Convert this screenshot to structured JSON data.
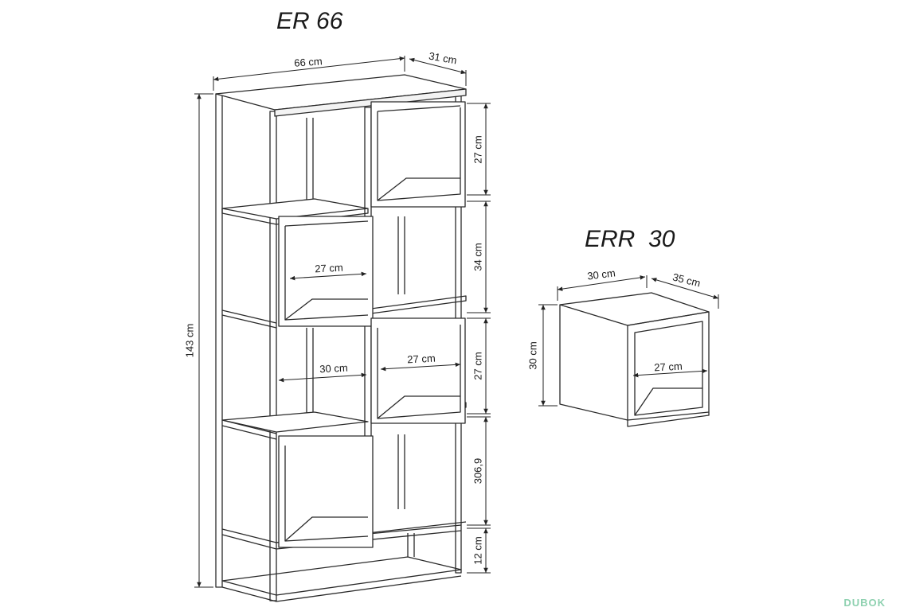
{
  "er66": {
    "title": "ER 66",
    "width": "66 cm",
    "depth": "31 cm",
    "height": "143 cm",
    "right_dims": [
      "27 cm",
      "34 cm",
      "27 cm",
      "306,9",
      "12 cm"
    ],
    "inner_dims": [
      "27 cm",
      "30 cm",
      "27 cm"
    ]
  },
  "err30": {
    "title": "ERR  30",
    "width": "30 cm",
    "depth": "35 cm",
    "height": "30 cm",
    "inner": "27 cm"
  },
  "watermark": "DUBOK"
}
